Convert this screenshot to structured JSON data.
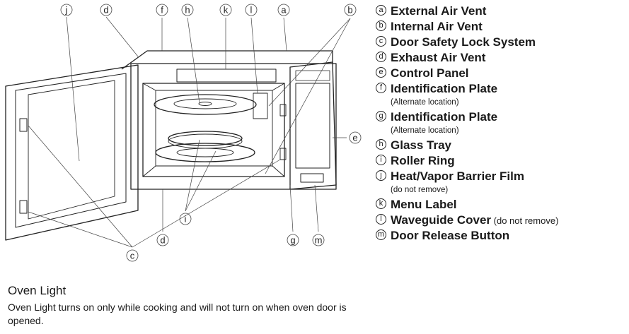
{
  "callout_letters": [
    "j",
    "d",
    "f",
    "h",
    "k",
    "l",
    "a",
    "b",
    "e",
    "i",
    "d",
    "g",
    "m",
    "c"
  ],
  "legend": [
    {
      "letter": "a",
      "label": "External Air Vent"
    },
    {
      "letter": "b",
      "label": "Internal Air Vent"
    },
    {
      "letter": "c",
      "label": "Door Safety Lock System"
    },
    {
      "letter": "d",
      "label": "Exhaust Air Vent"
    },
    {
      "letter": "e",
      "label": "Control Panel"
    },
    {
      "letter": "f",
      "label": "Identification Plate",
      "note": "(Alternate location)"
    },
    {
      "letter": "g",
      "label": "Identification Plate",
      "note": "(Alternate location)"
    },
    {
      "letter": "h",
      "label": "Glass Tray"
    },
    {
      "letter": "i",
      "label": "Roller Ring"
    },
    {
      "letter": "j",
      "label": "Heat/Vapor Barrier Film",
      "note": "(do not remove)"
    },
    {
      "letter": "k",
      "label": "Menu Label"
    },
    {
      "letter": "l",
      "label": "Waveguide Cover",
      "suffix": "(do not remove)"
    },
    {
      "letter": "m",
      "label": "Door Release Button"
    }
  ],
  "oven_light": {
    "title": "Oven Light",
    "text": "Oven Light turns on only while cooking and will not turn on when oven door is opened."
  }
}
